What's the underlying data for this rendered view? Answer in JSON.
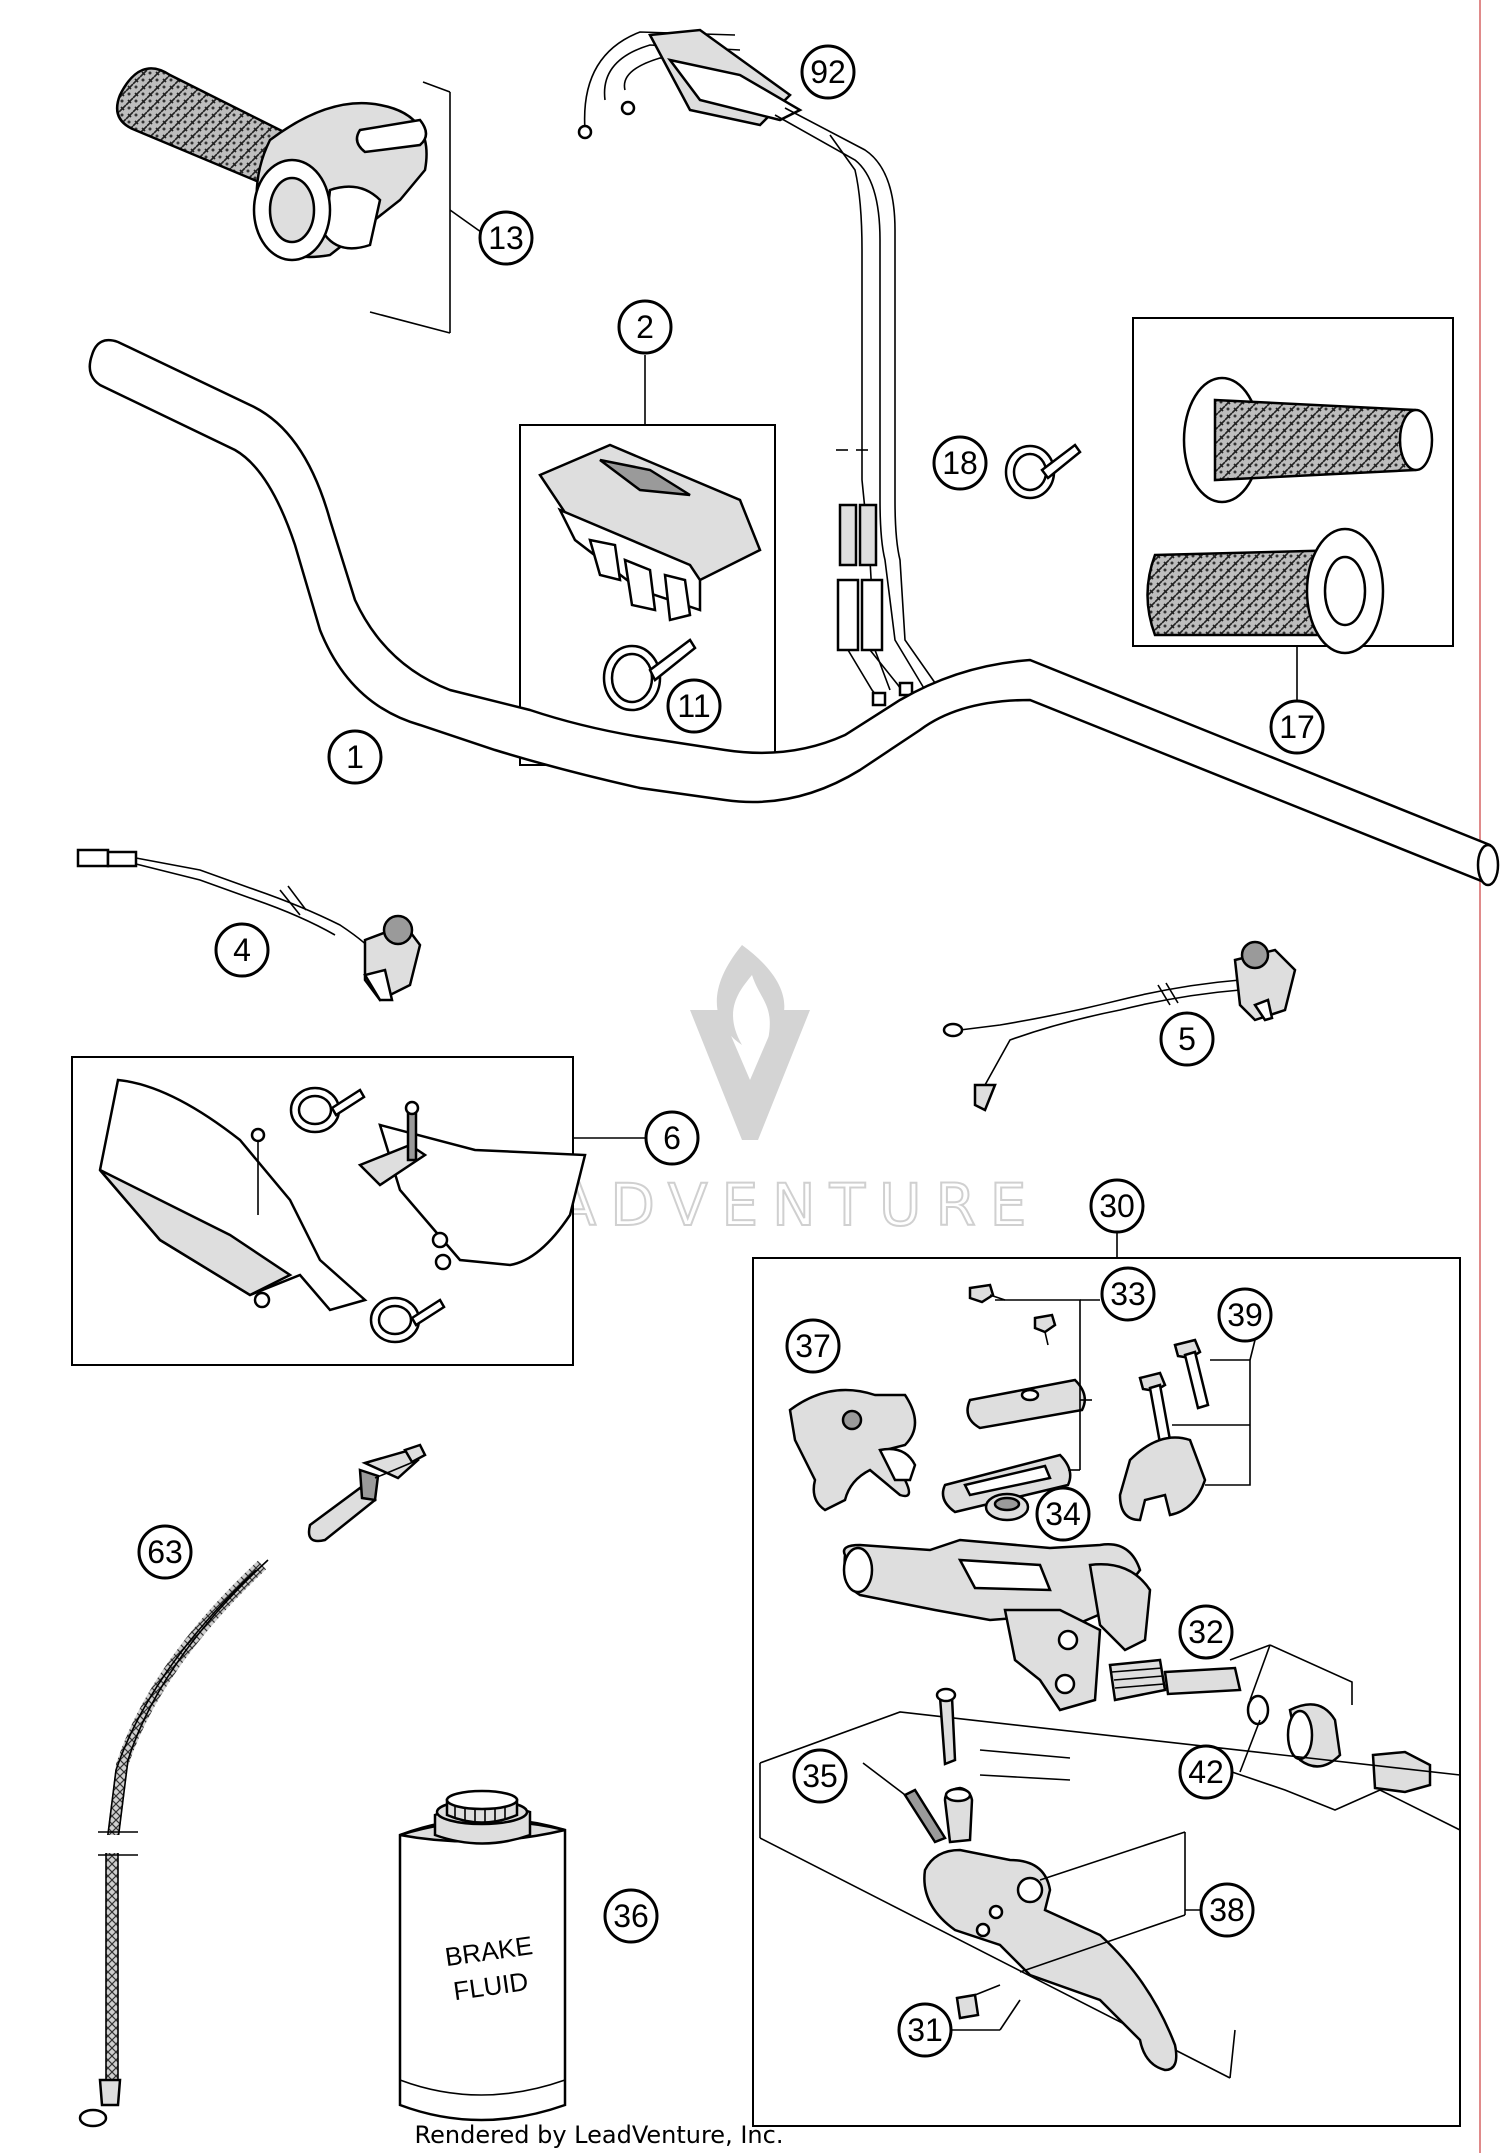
{
  "callouts": [
    {
      "id": "1",
      "label": "1"
    },
    {
      "id": "2",
      "label": "2"
    },
    {
      "id": "4",
      "label": "4"
    },
    {
      "id": "5",
      "label": "5"
    },
    {
      "id": "6",
      "label": "6"
    },
    {
      "id": "11",
      "label": "11"
    },
    {
      "id": "13",
      "label": "13"
    },
    {
      "id": "17",
      "label": "17"
    },
    {
      "id": "18",
      "label": "18"
    },
    {
      "id": "30",
      "label": "30"
    },
    {
      "id": "31",
      "label": "31"
    },
    {
      "id": "32",
      "label": "32"
    },
    {
      "id": "33",
      "label": "33"
    },
    {
      "id": "34",
      "label": "34"
    },
    {
      "id": "35",
      "label": "35"
    },
    {
      "id": "36",
      "label": "36"
    },
    {
      "id": "37",
      "label": "37"
    },
    {
      "id": "38",
      "label": "38"
    },
    {
      "id": "39",
      "label": "39"
    },
    {
      "id": "42",
      "label": "42"
    },
    {
      "id": "63",
      "label": "63"
    },
    {
      "id": "92",
      "label": "92"
    }
  ],
  "bottle_label": [
    "BRAKE",
    "FLUID"
  ],
  "watermark": "LEADVENTURE",
  "credit": "Rendered by LeadVenture, Inc."
}
